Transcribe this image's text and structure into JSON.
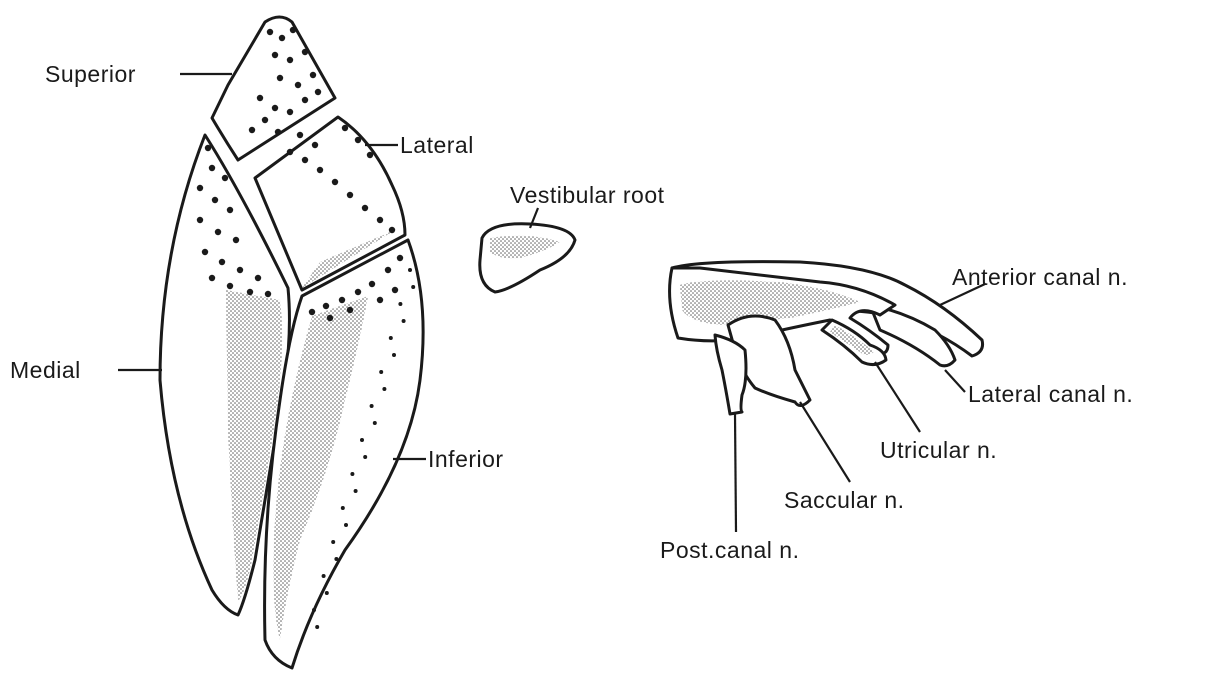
{
  "labels": {
    "superior": "Superior",
    "lateral": "Lateral",
    "medial": "Medial",
    "inferior": "Inferior",
    "vestibular_root": "Vestibular root",
    "anterior_canal": "Anterior canal n.",
    "lateral_canal": "Lateral canal n.",
    "utricular": "Utricular n.",
    "saccular": "Saccular n.",
    "post_canal": "Post.canal n."
  },
  "colors": {
    "ink": "#1a1a1a",
    "paper": "#ffffff"
  }
}
